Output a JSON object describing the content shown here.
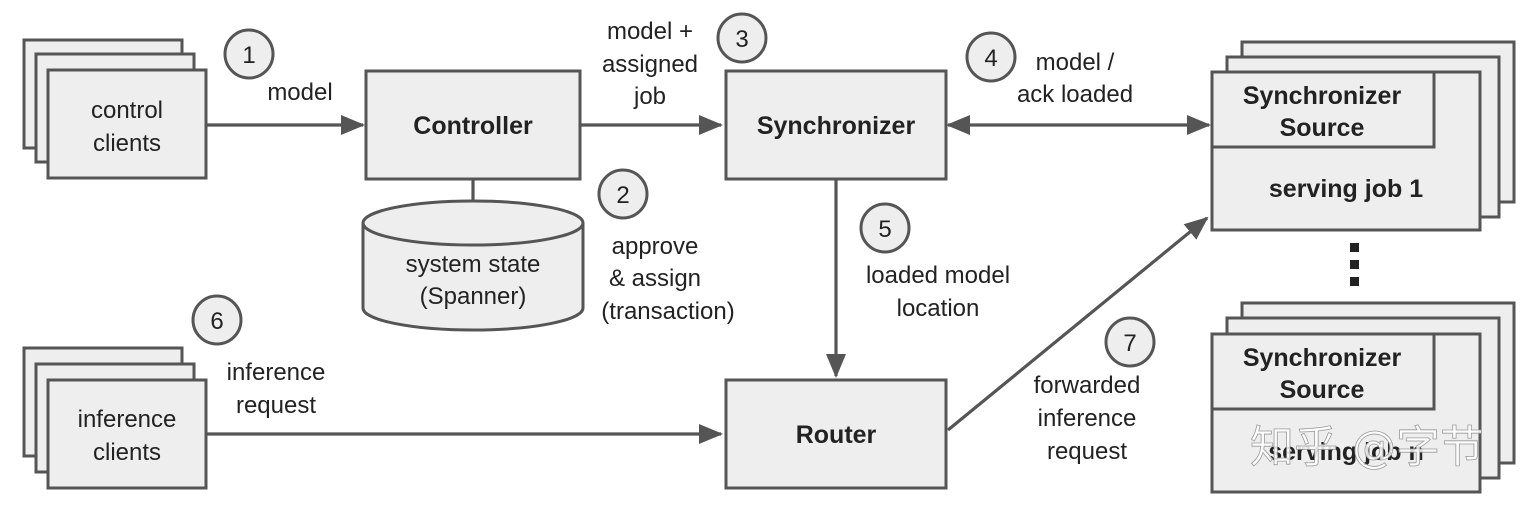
{
  "nodes": {
    "control_clients": [
      "control",
      "clients"
    ],
    "controller": "Controller",
    "system_state": [
      "system state",
      "(Spanner)"
    ],
    "synchronizer": "Synchronizer",
    "router": "Router",
    "inference_clients": [
      "inference",
      "clients"
    ],
    "serving_job_1": {
      "source": [
        "Synchronizer",
        "Source"
      ],
      "label": "serving job 1"
    },
    "serving_job_n": {
      "source": [
        "Synchronizer",
        "Source"
      ],
      "label": "serving job n"
    }
  },
  "steps": {
    "s1": {
      "num": "1",
      "label": [
        "model"
      ]
    },
    "s2": {
      "num": "2",
      "label": [
        "approve",
        "& assign",
        "(transaction)"
      ]
    },
    "s3": {
      "num": "3",
      "label": [
        "model +",
        "assigned",
        "job"
      ]
    },
    "s4": {
      "num": "4",
      "label": [
        "model /",
        "ack loaded"
      ]
    },
    "s5": {
      "num": "5",
      "label": [
        "loaded model",
        "location"
      ]
    },
    "s6": {
      "num": "6",
      "label": [
        "inference",
        "request"
      ]
    },
    "s7": {
      "num": "7",
      "label": [
        "forwarded",
        "inference",
        "request"
      ]
    }
  },
  "ellipsis": "⋮",
  "watermark": "知乎 @字节",
  "colors": {
    "box_fill": "#eeeeee",
    "stroke": "#555555"
  }
}
